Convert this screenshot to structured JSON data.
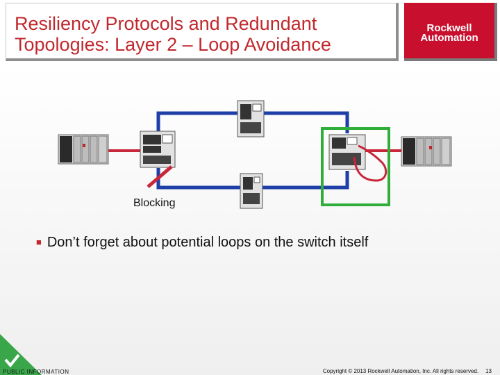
{
  "slide": {
    "title": "Resiliency Protocols and Redundant\nTopologies: Layer 2 – Loop Avoidance",
    "logo_text": "Rockwell\nAutomation",
    "diagram": {
      "blocking_label": "Blocking"
    },
    "bullet": "Don’t forget about potential loops on the switch itself",
    "footer": {
      "classification": "PUBLIC INFORMATION",
      "copyright": "Copyright © 2013 Rockwell Automation, Inc. All rights reserved.",
      "page_number": "13"
    },
    "icons": [
      "checkmark-icon",
      "bullet-square-icon"
    ],
    "colors": {
      "title_red": "#c0282d",
      "logo_red": "#c8102e",
      "ring_blue": "#1f3fa8",
      "link_red": "#c8263a",
      "highlight_green": "#2fae3a"
    }
  }
}
